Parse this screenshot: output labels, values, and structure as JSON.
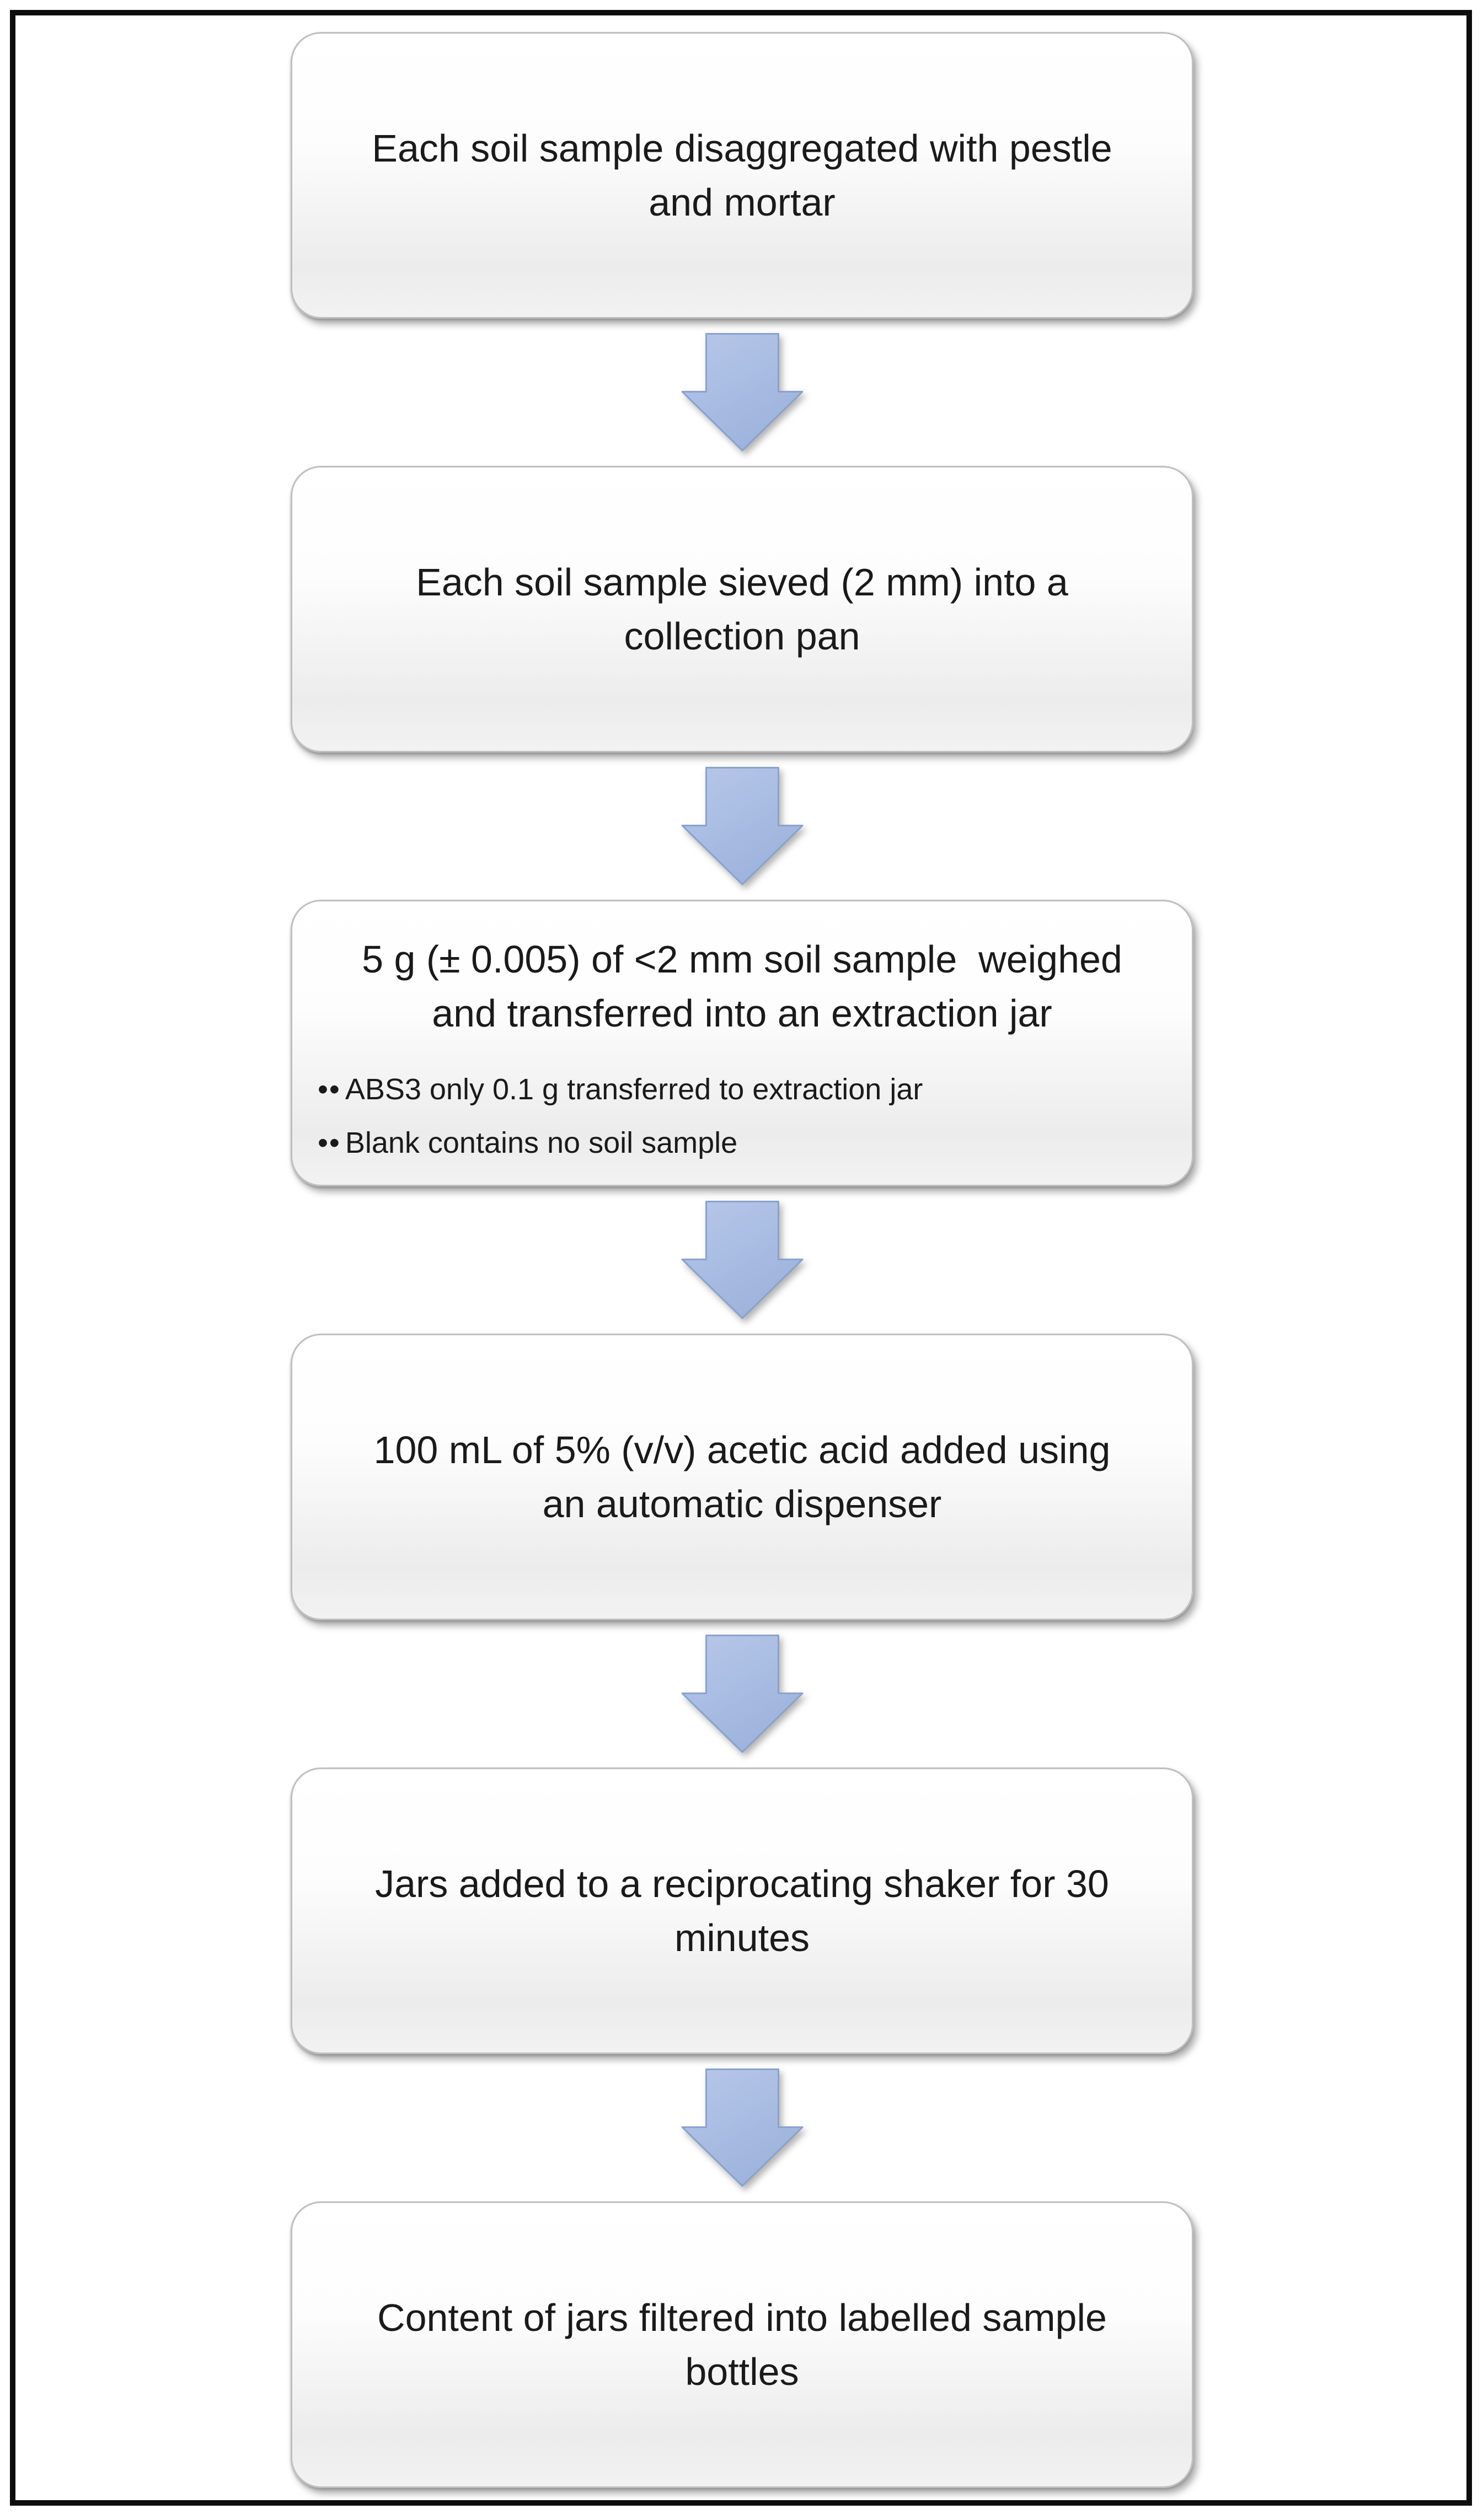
{
  "figure": {
    "type": "flowchart",
    "background_color": "#ffffff",
    "frame_border_color": "#0d0d0d",
    "box_border_color": "#bfbfbf",
    "box_fill_top": "#ffffff",
    "box_fill_bottom": "#ececec",
    "text_color": "#1a1a1a",
    "arrow_fill": "#a9bce1",
    "arrow_fill_light": "#b7c7e9",
    "arrow_border_color": "#8aa2cd",
    "arrow_direction": "down"
  },
  "flowchart": {
    "steps": [
      {
        "text": "Each soil sample disaggregated with pestle\nand mortar"
      },
      {
        "text": "Each soil sample sieved (2 mm) into a\ncollection pan"
      },
      {
        "text": "5 g (± 0.005) of <2 mm soil sample  weighed\nand transferred into an extraction jar",
        "bullets": [
          {
            "marker": "••",
            "text": "ABS3 only 0.1 g transferred to extraction jar"
          },
          {
            "marker": "••",
            "text": "Blank contains no soil sample"
          }
        ]
      },
      {
        "text": "100 mL of 5% (v/v) acetic acid added using\nan automatic dispenser"
      },
      {
        "text": "Jars added to a reciprocating shaker for 30\nminutes"
      },
      {
        "text": "Content of jars filtered into labelled sample\nbottles"
      }
    ]
  }
}
